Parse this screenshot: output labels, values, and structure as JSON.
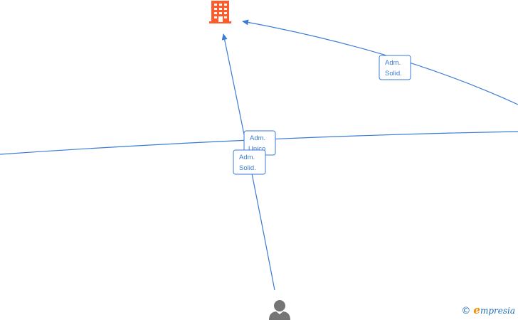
{
  "colors": {
    "edge": "#3a7bd5",
    "company_icon": "#ff5a2a",
    "person_icon": "#757575",
    "brand_blue": "#1e6fb6",
    "brand_orange": "#f28c00"
  },
  "nodes": {
    "company": {
      "icon": "building-icon"
    },
    "person": {
      "icon": "person-icon"
    }
  },
  "edges": [
    {
      "id": "edge-right-upper",
      "label_lines": [
        "Adm.",
        "Solid."
      ]
    },
    {
      "id": "edge-horizontal",
      "label_lines": [
        "Adm.",
        "Unico"
      ]
    },
    {
      "id": "edge-person-company",
      "label_lines": [
        "Adm.",
        "Solid."
      ]
    }
  ],
  "watermark": {
    "symbol": "©",
    "brand_initial": "e",
    "brand_rest": "mpresia"
  }
}
